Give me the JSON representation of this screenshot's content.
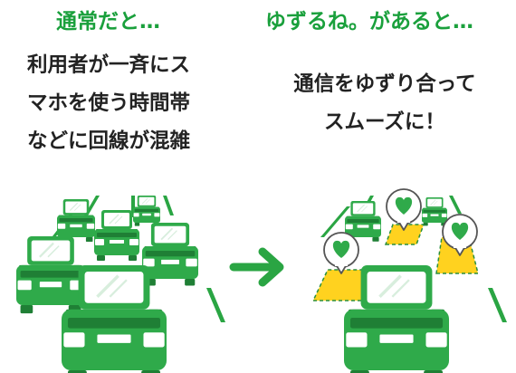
{
  "left_panel": {
    "heading": "通常だと…",
    "lines": [
      "利用者が一斉にス",
      "マホを使う時間帯",
      "などに回線が混雑"
    ]
  },
  "right_panel": {
    "heading": "ゆずるね。があると…",
    "lines": [
      "通信をゆずり合って",
      "スムーズに！"
    ]
  },
  "colors": {
    "accent_green": "#1aa03c",
    "car_body": "#2faa4a",
    "car_dark": "#1f7f35",
    "yield_yellow": "#ffd21f",
    "arrow_green": "#2aa543"
  },
  "icons": [
    "car-icon",
    "heart-bubble-icon",
    "arrow-right-icon"
  ]
}
